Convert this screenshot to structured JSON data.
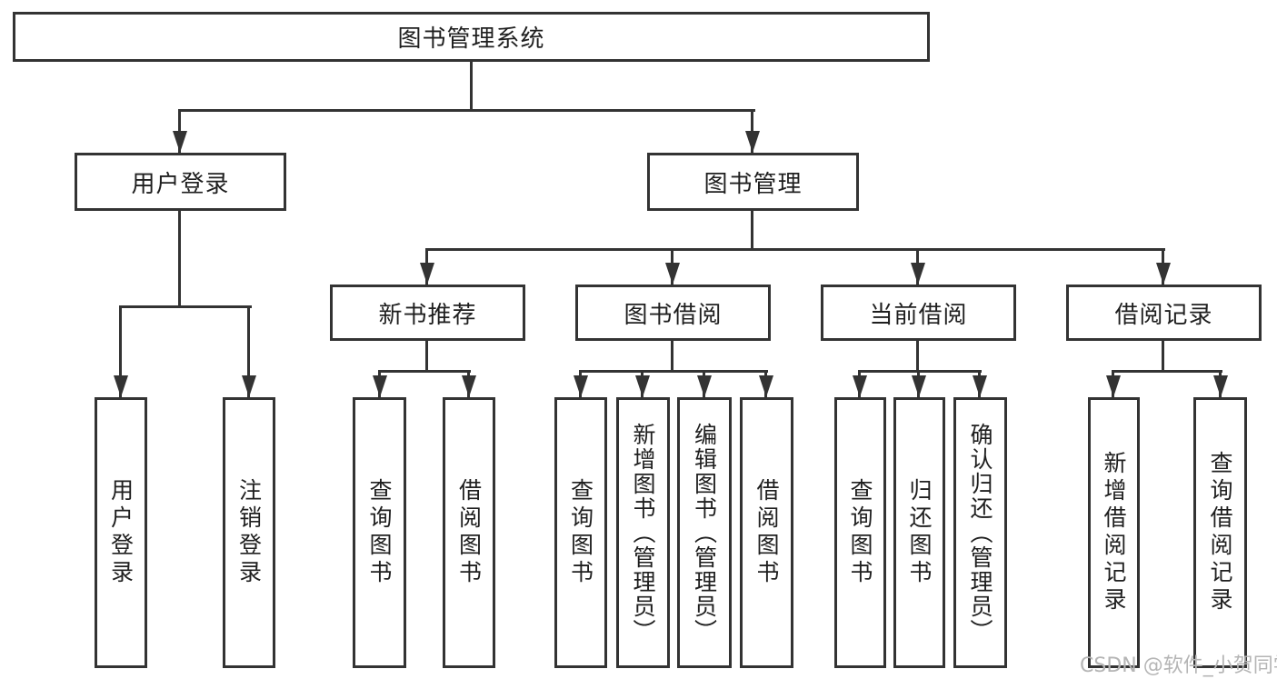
{
  "diagram_title": "图书管理系统",
  "tree": {
    "root": {
      "label": "图书管理系统",
      "children": [
        {
          "label": "用户登录",
          "children": [
            {
              "label": "用户登录"
            },
            {
              "label": "注销登录"
            }
          ]
        },
        {
          "label": "图书管理",
          "children": [
            {
              "label": "新书推荐",
              "children": [
                {
                  "label": "查询图书"
                },
                {
                  "label": "借阅图书"
                }
              ]
            },
            {
              "label": "图书借阅",
              "children": [
                {
                  "label": "查询图书"
                },
                {
                  "label": "新增图书（管理员）"
                },
                {
                  "label": "编辑图书（管理员）"
                },
                {
                  "label": "借阅图书"
                }
              ]
            },
            {
              "label": "当前借阅",
              "children": [
                {
                  "label": "查询图书"
                },
                {
                  "label": "归还图书"
                },
                {
                  "label": "确认归还（管理员）"
                }
              ]
            },
            {
              "label": "借阅记录",
              "children": [
                {
                  "label": "新增借阅记录"
                },
                {
                  "label": "查询借阅记录"
                }
              ]
            }
          ]
        }
      ]
    }
  },
  "watermark": {
    "text": "CSDN @软件_小贺同学"
  },
  "colors": {
    "line": "#333333",
    "text": "#1f1f1f",
    "background": "#ffffff",
    "watermark": "#b5b5b5"
  }
}
